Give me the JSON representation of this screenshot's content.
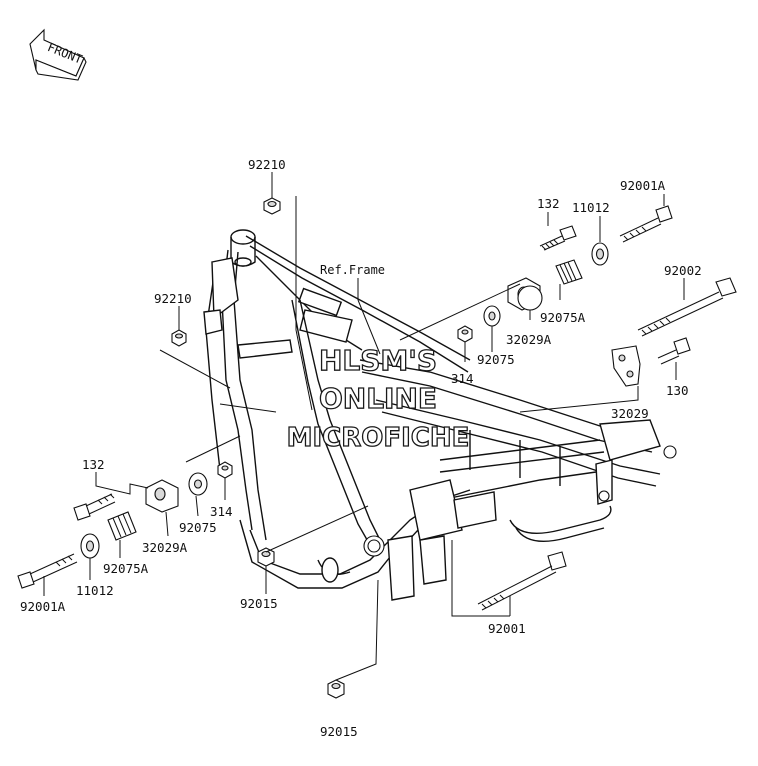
{
  "page": {
    "background": "#ffffff",
    "line_color": "#111111"
  },
  "front_arrow": {
    "label": "FRONT"
  },
  "ref_label": "Ref.Frame",
  "watermark": {
    "line1": "HLSM'S",
    "line2": "ONLINE",
    "line3": "MICROFICHE"
  },
  "callouts": {
    "c92210_top": "92210",
    "c92210_left": "92210",
    "c132_right": "132",
    "c11012_right": "11012",
    "c92001A_right": "92001A",
    "c92002": "92002",
    "c32029A_right": "32029A",
    "c92075A_right": "92075A",
    "c92075_right": "92075",
    "c314_right": "314",
    "c130": "130",
    "c32029": "32029",
    "c132_left": "132",
    "c92075_left": "92075",
    "c314_left": "314",
    "c32029A_left": "32029A",
    "c92075A_left": "92075A",
    "c11012_left": "11012",
    "c92001A_left": "92001A",
    "c92015_mid": "92015",
    "c92001": "92001",
    "c92015_bottom": "92015"
  }
}
